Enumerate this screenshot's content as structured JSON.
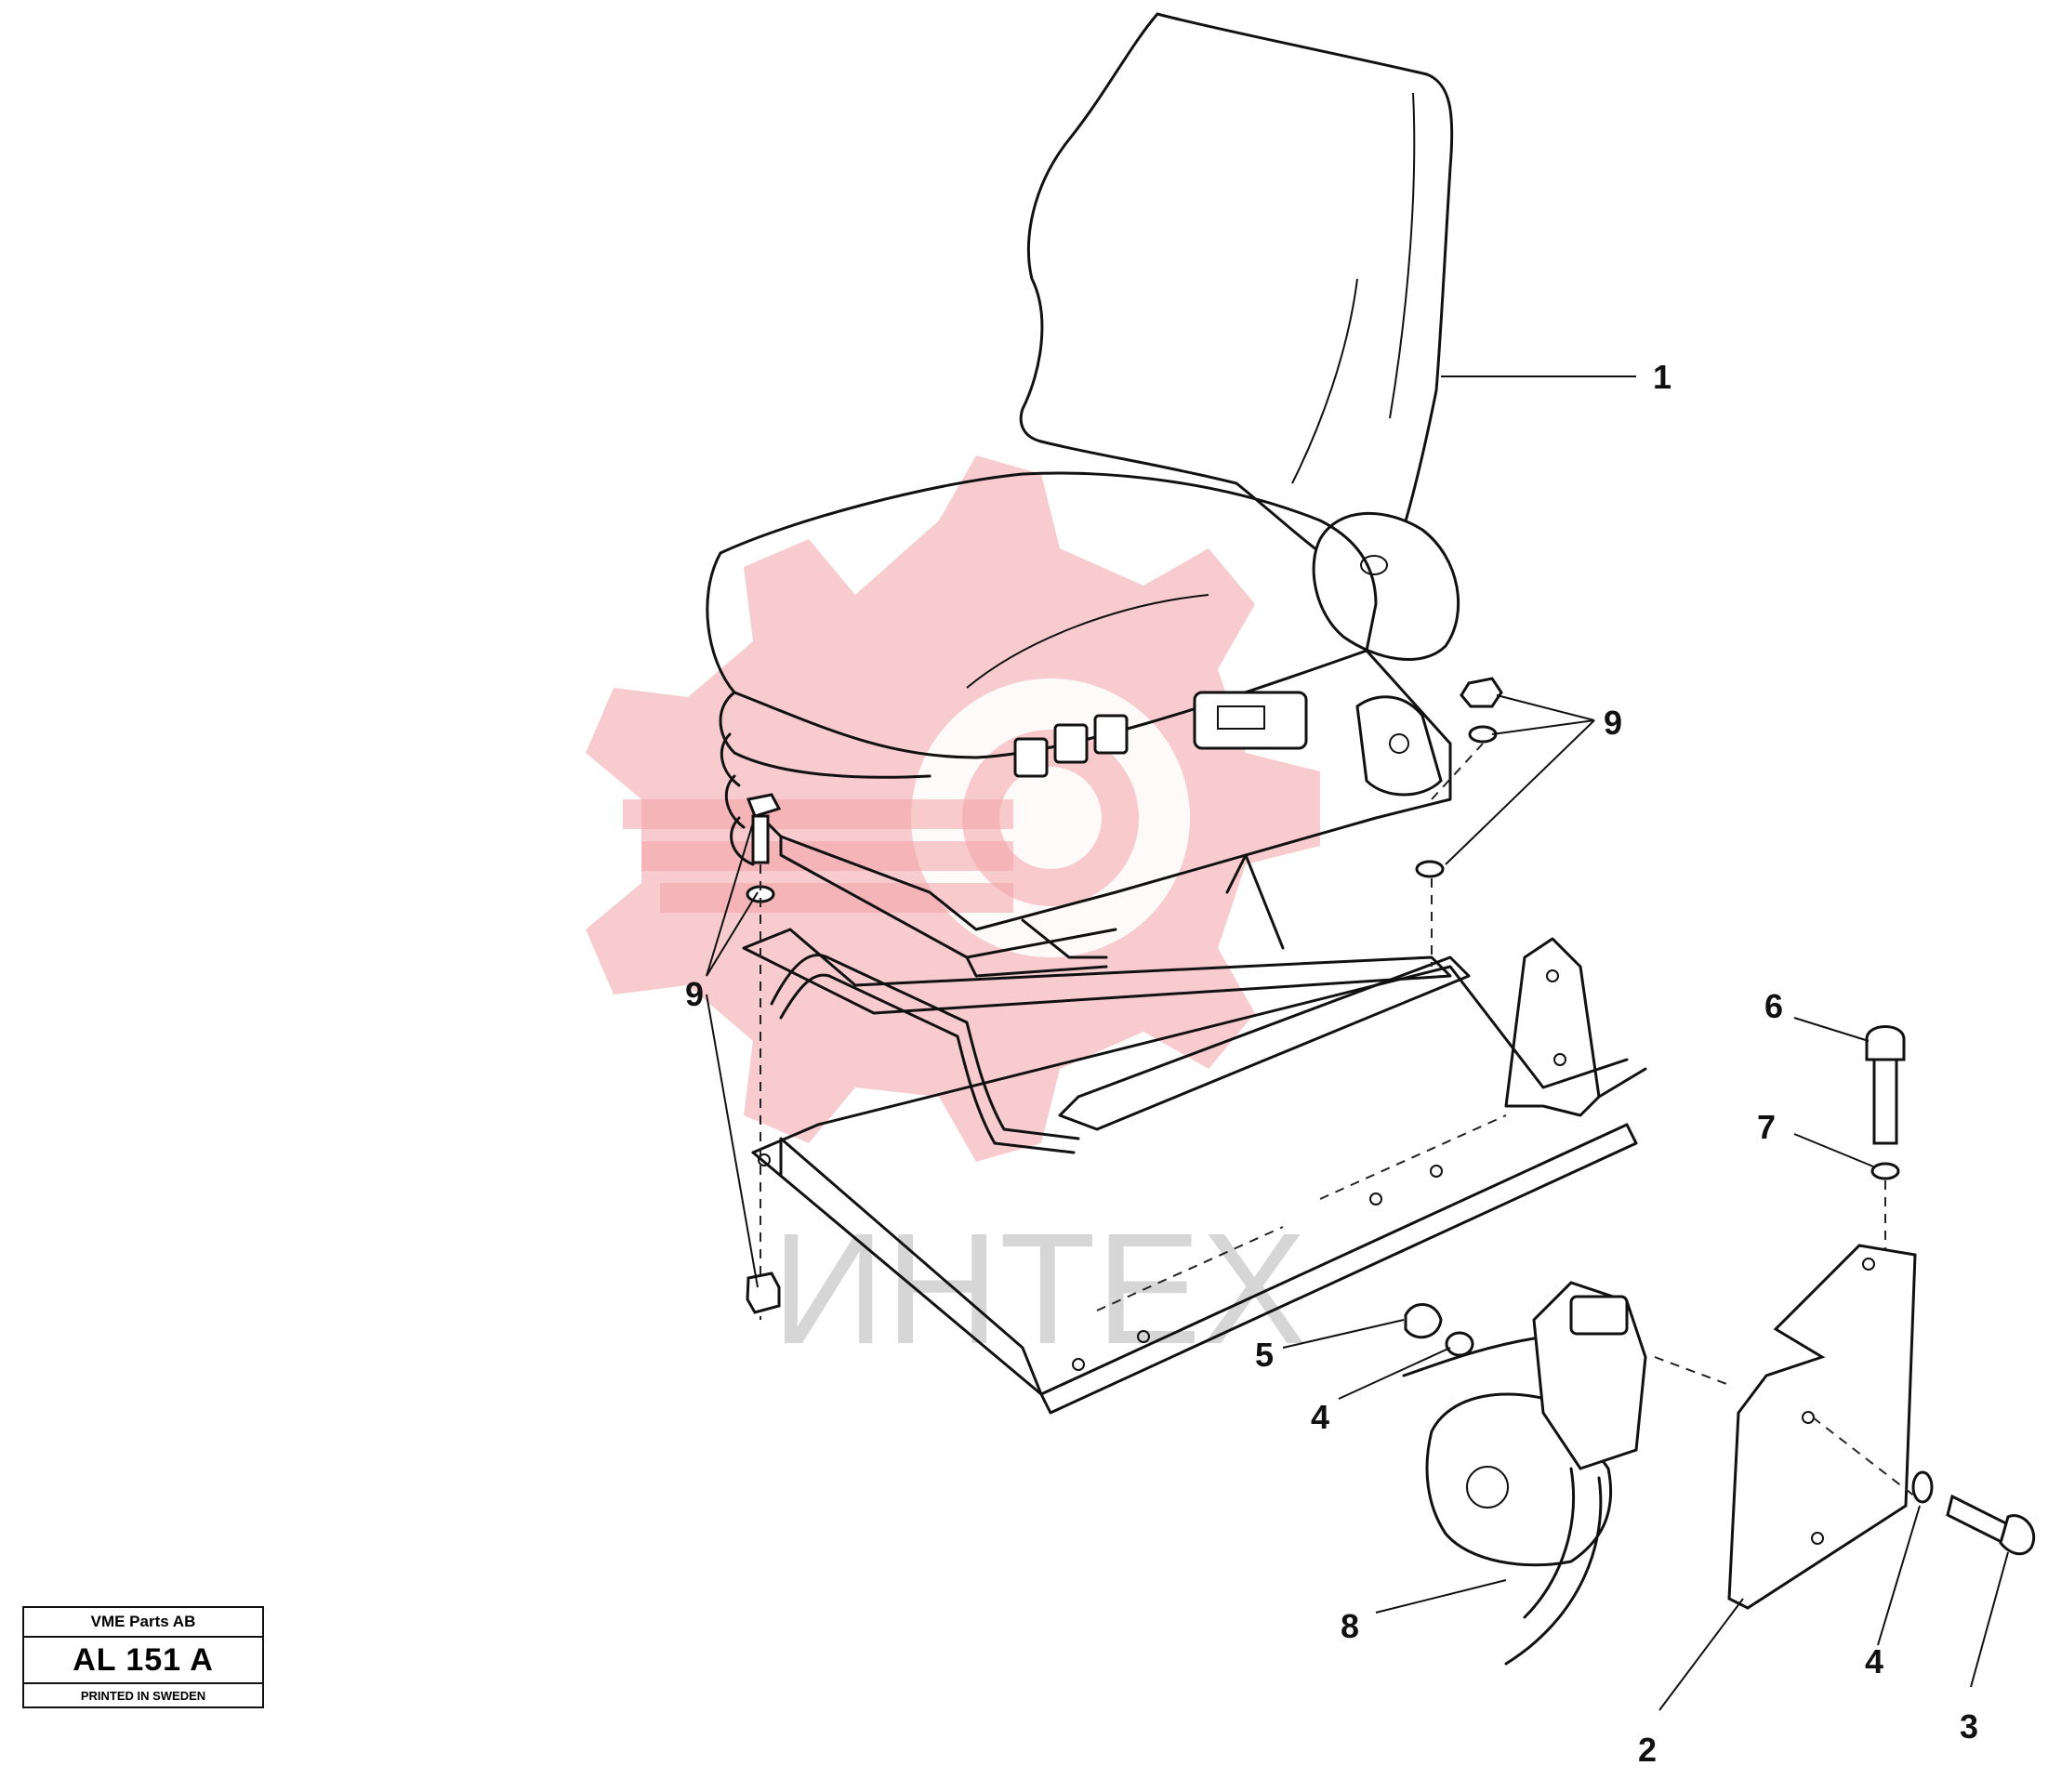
{
  "title_block": {
    "company": "VME Parts AB",
    "code": "AL 151 A",
    "printed": "PRINTED IN SWEDEN"
  },
  "watermark": {
    "text": "ИНТЕХ",
    "color": "#f3a3a5"
  },
  "callouts": {
    "c1": "1",
    "c2": "2",
    "c3": "3",
    "c4a": "4",
    "c4b": "4",
    "c5": "5",
    "c6": "6",
    "c7": "7",
    "c8": "8",
    "c9a": "9",
    "c9b": "9"
  }
}
